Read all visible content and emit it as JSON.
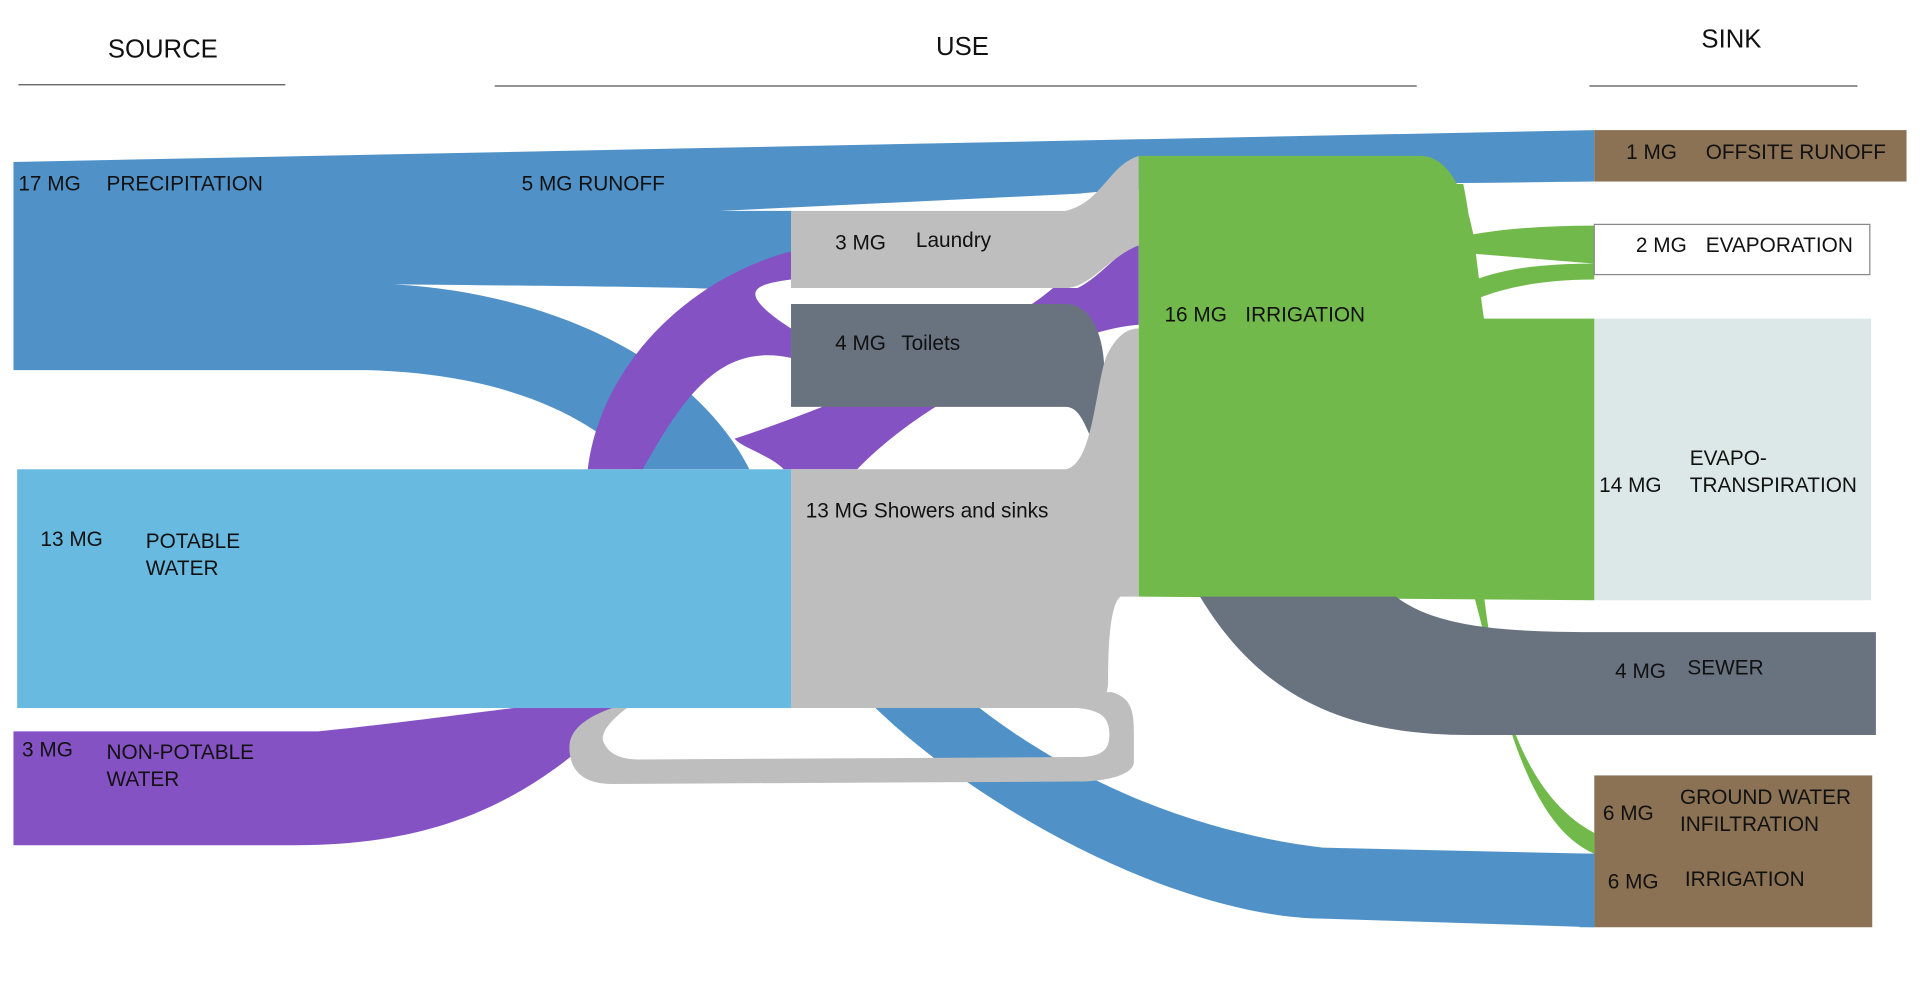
{
  "headers": {
    "source": "SOURCE",
    "use": "USE",
    "sink": "SINK"
  },
  "colors": {
    "precipitation": "#5092C8",
    "potable": "#69BAE0",
    "non_potable": "#8552C4",
    "showers": "#BEBEBE",
    "toilets": "#69737F",
    "irrigation": "#72B94C",
    "brown_sink": "#8B7254",
    "evapotranspiration": "#DCE8E8"
  },
  "sources": [
    {
      "value": "17 MG",
      "label": "PRECIPITATION"
    },
    {
      "value": "13 MG",
      "label_1": "POTABLE",
      "label_2": "WATER"
    },
    {
      "value": "3 MG",
      "label_1": "NON-POTABLE",
      "label_2": "WATER"
    }
  ],
  "uses": {
    "runoff": {
      "text": "5 MG RUNOFF"
    },
    "laundry": {
      "value": "3 MG",
      "label": "Laundry"
    },
    "toilets": {
      "value": "4 MG",
      "label": "Toilets"
    },
    "showers": {
      "text": "13 MG Showers and sinks"
    },
    "irrigation": {
      "value": "16 MG",
      "label": "IRRIGATION"
    }
  },
  "sinks": [
    {
      "value": "1 MG",
      "label": "OFFSITE RUNOFF"
    },
    {
      "value": "2 MG",
      "label": "EVAPORATION"
    },
    {
      "value": "14 MG",
      "label_1": "EVAPO-",
      "label_2": "TRANSPIRATION"
    },
    {
      "value": "4 MG",
      "label": "SEWER"
    },
    {
      "value": "6 MG",
      "label_1": "GROUND WATER",
      "label_2": "INFILTRATION"
    },
    {
      "value": "6 MG",
      "label": "IRRIGATION"
    }
  ]
}
